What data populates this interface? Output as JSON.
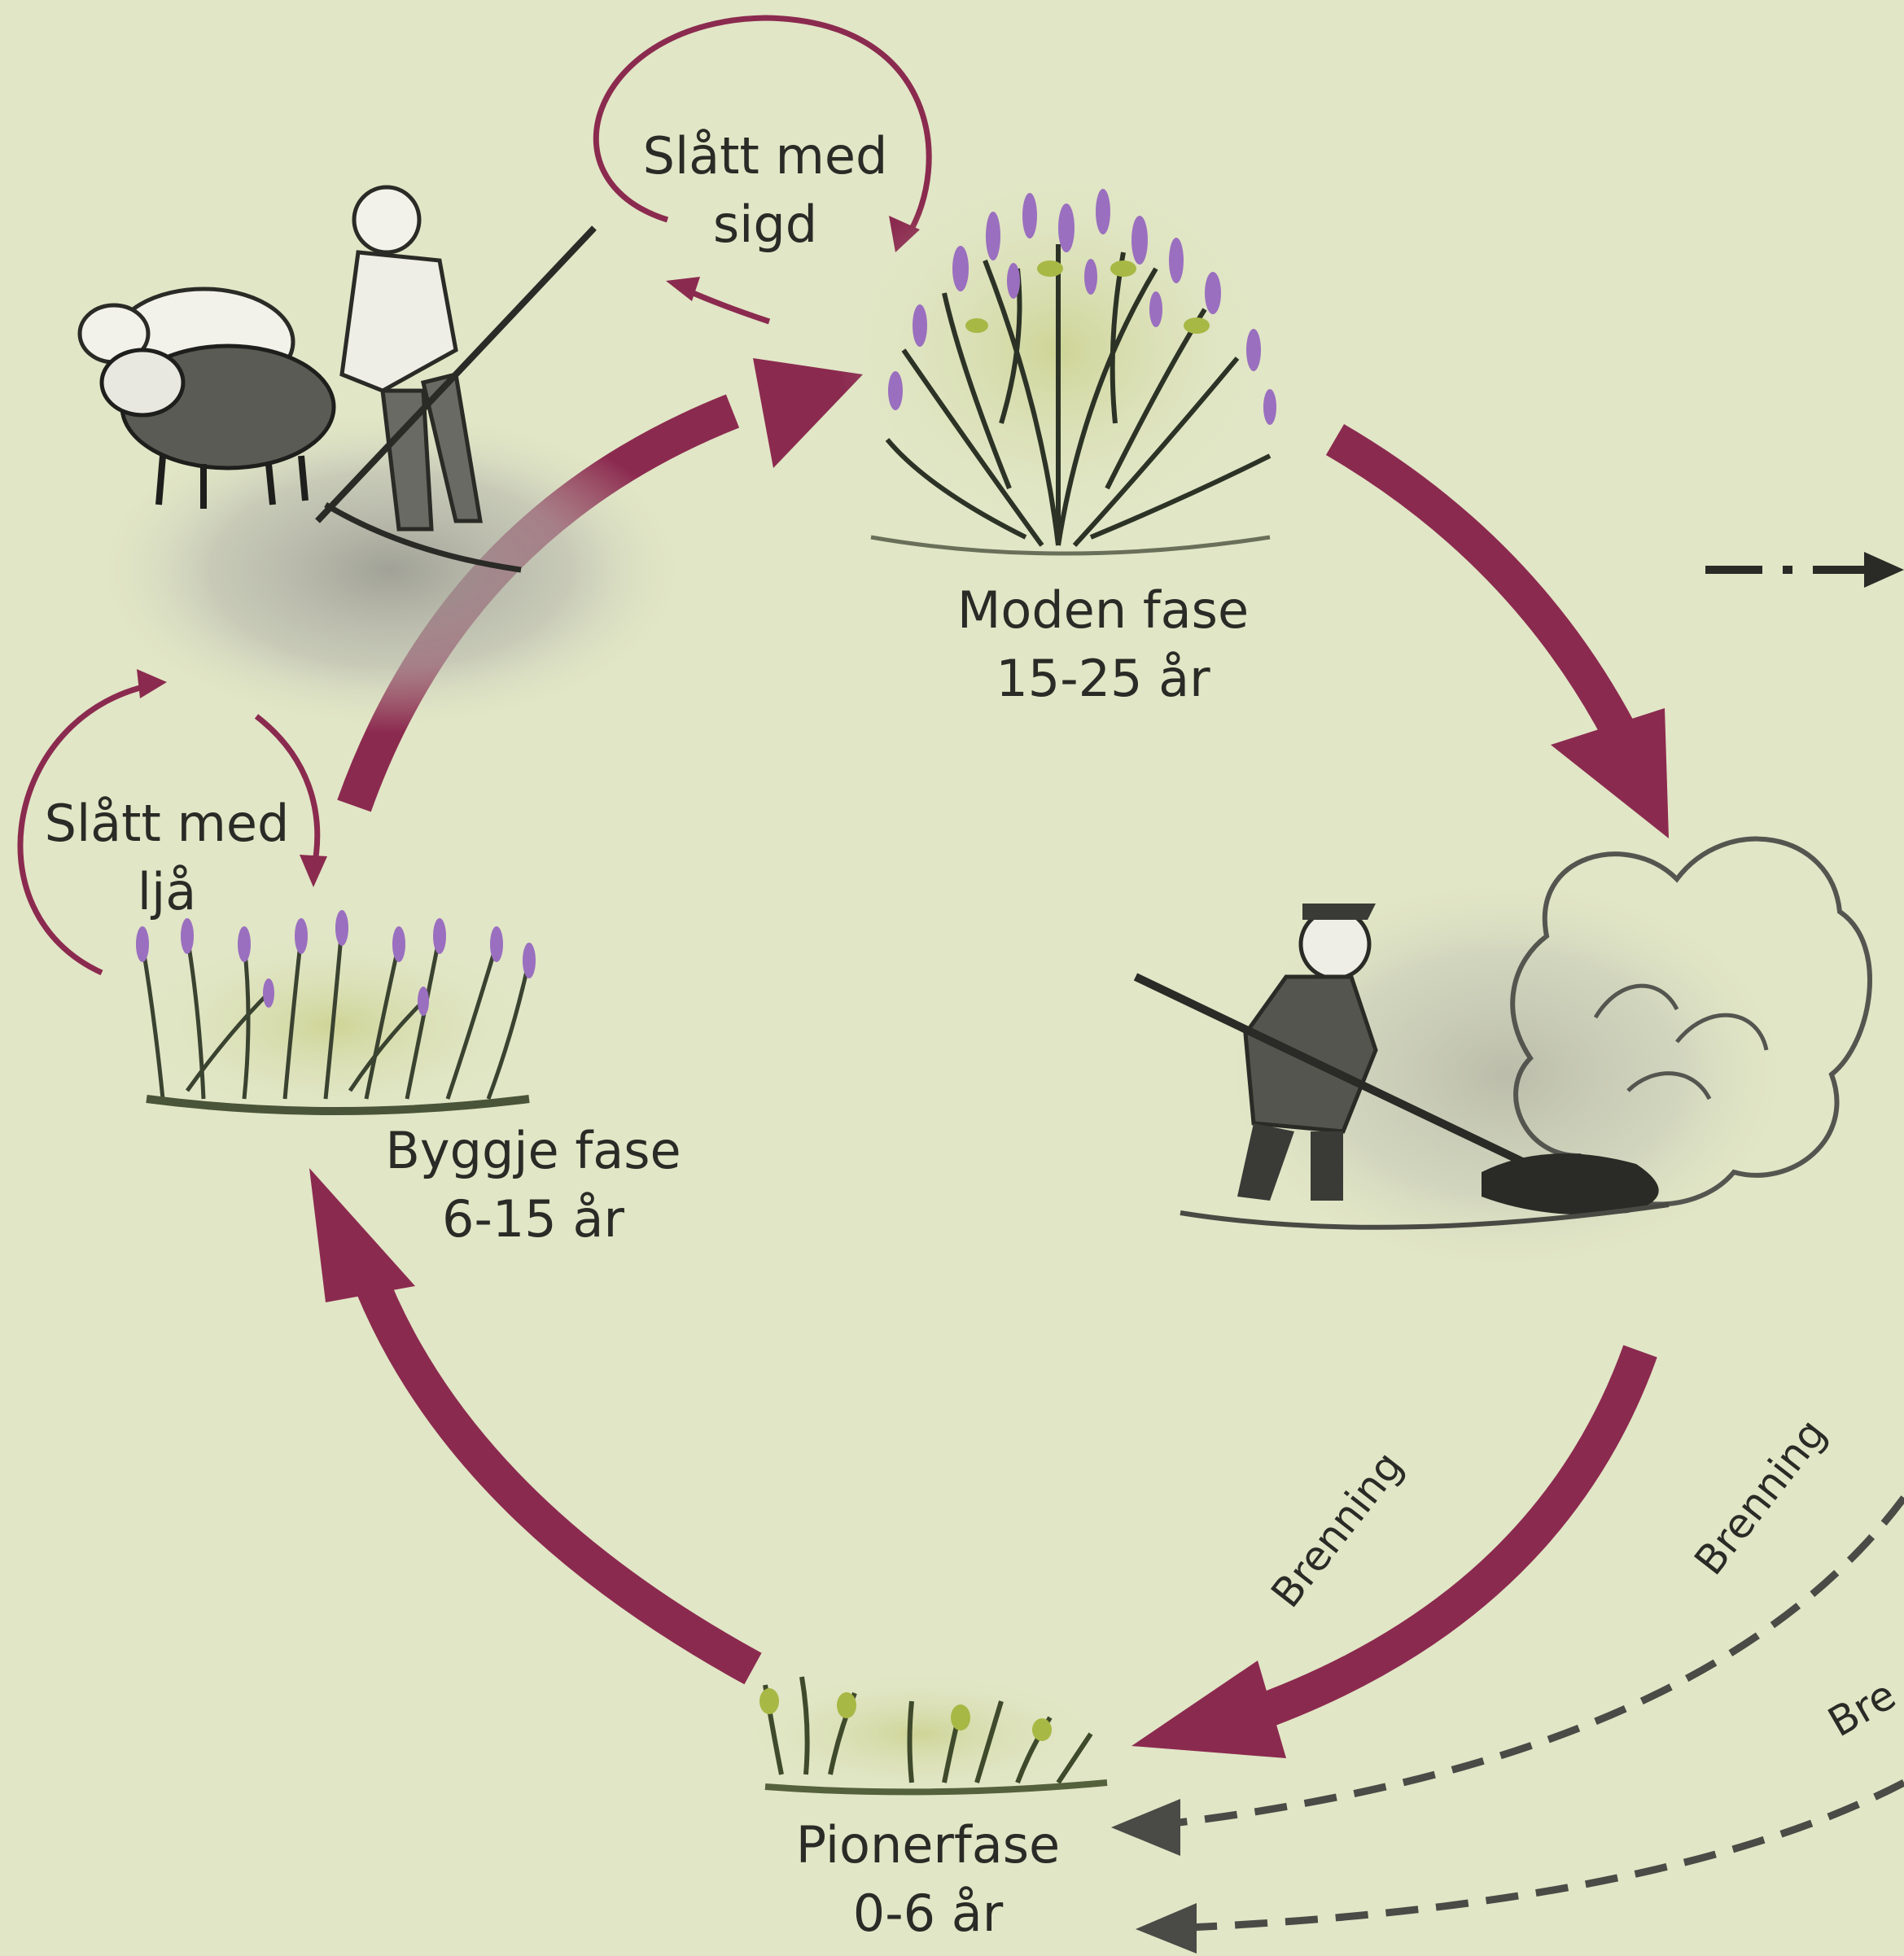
{
  "colors": {
    "background": "#e1e6c6",
    "cycle_arrow": "#8b2a4f",
    "dashed_arrow": "#4a4a46",
    "text": "#2a2a26"
  },
  "labels": {
    "mature_phase_name": "Moden fase",
    "mature_phase_years": "15-25 år",
    "building_phase_name": "Byggje fase",
    "building_phase_years": "6-15 år",
    "pioneer_phase_name": "Pionerfase",
    "pioneer_phase_years": "0-6 år",
    "sickle_mowing_line1": "Slått med",
    "sickle_mowing_line2": "sigd",
    "scythe_mowing_line1": "Slått med",
    "scythe_mowing_line2": "ljå",
    "burning_main": "Brenning",
    "burning_dashed": "Brenning",
    "burning_dashed_cut": "Bre"
  },
  "icons": [
    "heather-mature-icon",
    "heather-building-icon",
    "heather-pioneer-icon",
    "sheep-and-mower-illustration",
    "burning-man-illustration"
  ]
}
